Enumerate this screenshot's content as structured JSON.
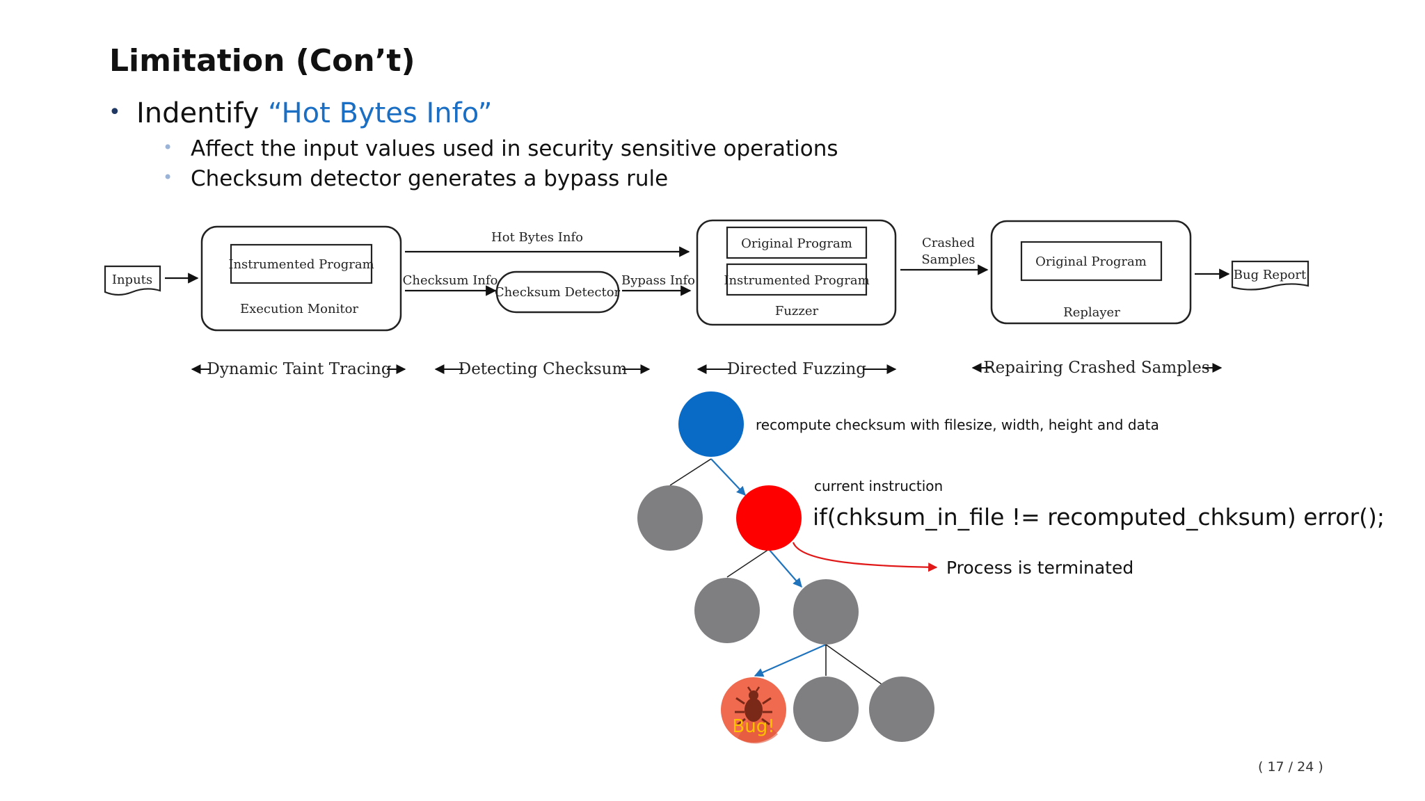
{
  "slide": {
    "title": "Limitation (Con’t)",
    "bullet_main_prefix": "Indentify ",
    "bullet_main_highlight": "“Hot Bytes Info”",
    "sub_bullets": [
      "Affect the input values used in security sensitive operations",
      "Checksum detector generates a bypass rule"
    ],
    "page_number": "( 17 / 24 )"
  },
  "pipeline": {
    "inputs": "Inputs",
    "monitor_inner": "Instrumented Program",
    "monitor_label": "Execution Monitor",
    "hot_bytes": "Hot Bytes Info",
    "checksum_info": "Checksum Info",
    "checksum_detector": "Checksum Detector",
    "bypass_info": "Bypass Info",
    "fuzzer_inner_1": "Original Program",
    "fuzzer_inner_2": "Instrumented Program",
    "fuzzer_label": "Fuzzer",
    "crashed_1": "Crashed",
    "crashed_2": "Samples",
    "replayer_inner": "Original Program",
    "replayer_label": "Replayer",
    "bug_report": "Bug Report",
    "stages": [
      "Dynamic Taint Tracing",
      "Detecting Checksum",
      "Directed Fuzzing",
      "Repairing Crashed Samples"
    ]
  },
  "tree": {
    "root_note": "recompute checksum with filesize, width, height and data",
    "current_label": "current instruction",
    "code": "if(chksum_in_file != recomputed_chksum) error();",
    "terminated": "Process is terminated",
    "bug_label": "Bug!"
  },
  "colors": {
    "root": "#0a6bc7",
    "current": "#ff0000",
    "node": "#7f7f82",
    "bug": "#f06a4f",
    "edge_active": "#1f73bd",
    "edge_fail": "#e01818"
  }
}
